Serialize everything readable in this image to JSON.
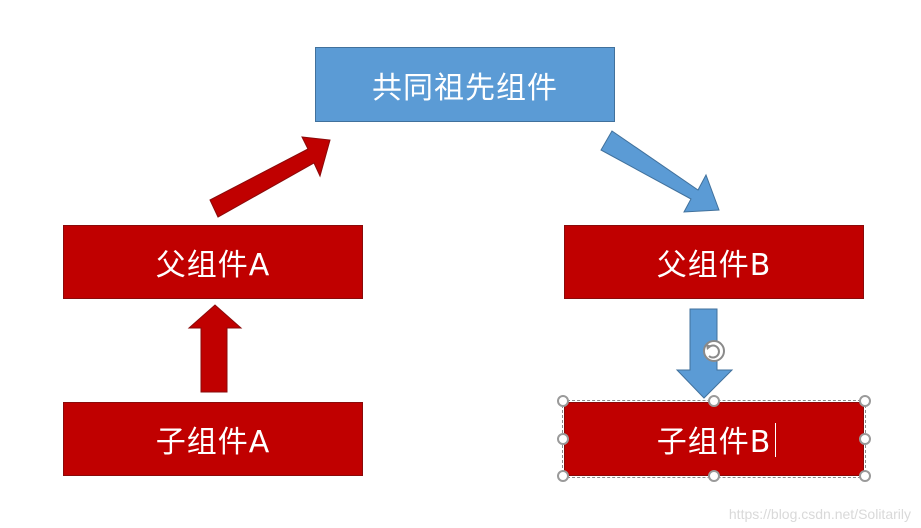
{
  "diagram": {
    "nodes": {
      "ancestor": "共同祖先组件",
      "parent_a": "父组件A",
      "child_a": "子组件A",
      "parent_b": "父组件B",
      "child_b": "子组件B"
    },
    "edges": [
      {
        "from": "child_a",
        "to": "parent_a",
        "color": "#c00000"
      },
      {
        "from": "parent_a",
        "to": "ancestor",
        "color": "#c00000"
      },
      {
        "from": "ancestor",
        "to": "parent_b",
        "color": "#5b9bd5"
      },
      {
        "from": "parent_b",
        "to": "child_b",
        "color": "#5b9bd5"
      }
    ],
    "selected_node": "child_b"
  },
  "colors": {
    "red_box": "#c00000",
    "blue_box": "#5b9bd5"
  },
  "watermark": "https://blog.csdn.net/Solitarily"
}
